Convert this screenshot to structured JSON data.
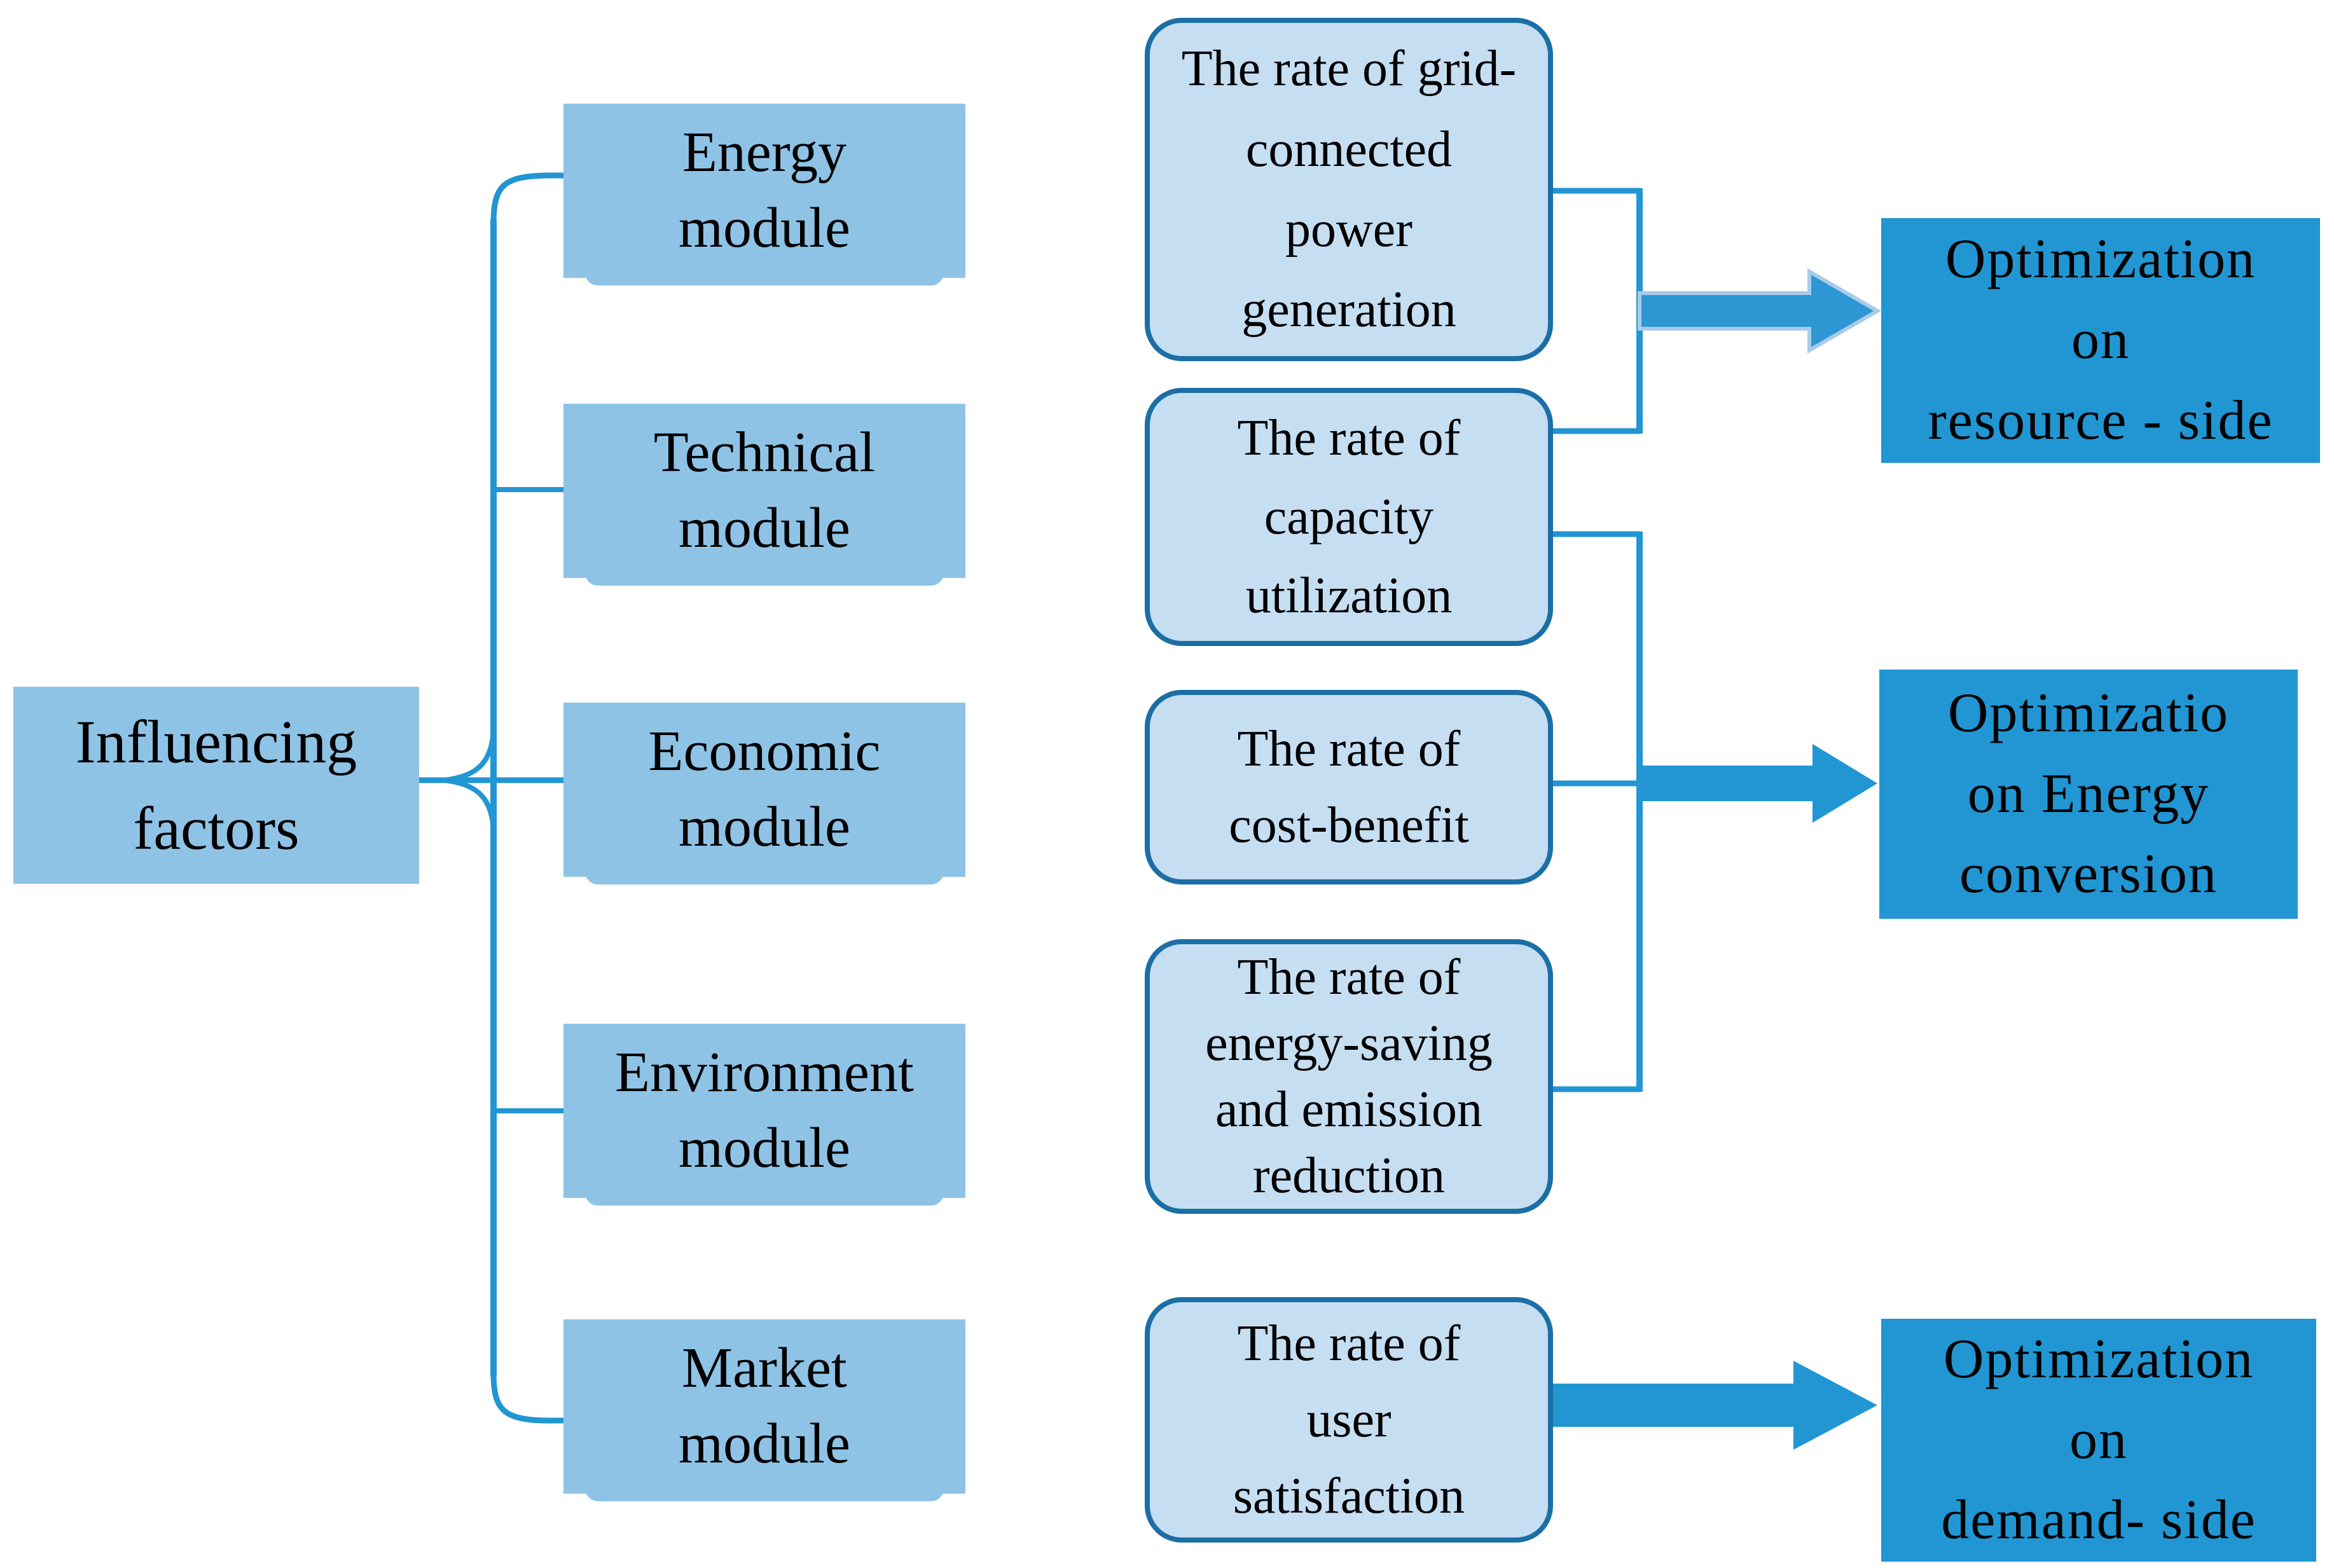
{
  "diagram": {
    "title": "Influencing factors to optimization modules flow diagram",
    "colors": {
      "module_fill": "#8FC3E6",
      "rate_fill": "#C6DEF2",
      "rate_border": "#1C6FA5",
      "accent_blue": "#2196D3",
      "arrow_outlined_fill": "#2E96D2",
      "arrow_outline": "#A9CBE9",
      "text": "#000000",
      "background": "#FFFFFF"
    },
    "root": {
      "label": "Influencing\nfactors"
    },
    "modules": [
      {
        "id": "energy",
        "label": "Energy\nmodule"
      },
      {
        "id": "technical",
        "label": "Technical\nmodule"
      },
      {
        "id": "economic",
        "label": "Economic\nmodule"
      },
      {
        "id": "environment",
        "label": "Environment\nmodule"
      },
      {
        "id": "market",
        "label": "Market\nmodule"
      }
    ],
    "rates": [
      {
        "id": "grid-connected",
        "label": "The rate of grid-\nconnected\npower\ngeneration"
      },
      {
        "id": "capacity-utilization",
        "label": "The rate of\ncapacity\nutilization"
      },
      {
        "id": "cost-benefit",
        "label": "The rate of\ncost-benefit"
      },
      {
        "id": "energy-saving",
        "label": "The rate of\nenergy-saving\nand emission\nreduction"
      },
      {
        "id": "user-satisfaction",
        "label": "The rate of\nuser\nsatisfaction"
      }
    ],
    "outputs": [
      {
        "id": "resource-side",
        "label": "Optimization\non\nresource - side"
      },
      {
        "id": "energy-conversion",
        "label": "Optimizatio\non Energy\nconversion"
      },
      {
        "id": "demand-side",
        "label": "Optimization\non\ndemand- side"
      }
    ]
  }
}
